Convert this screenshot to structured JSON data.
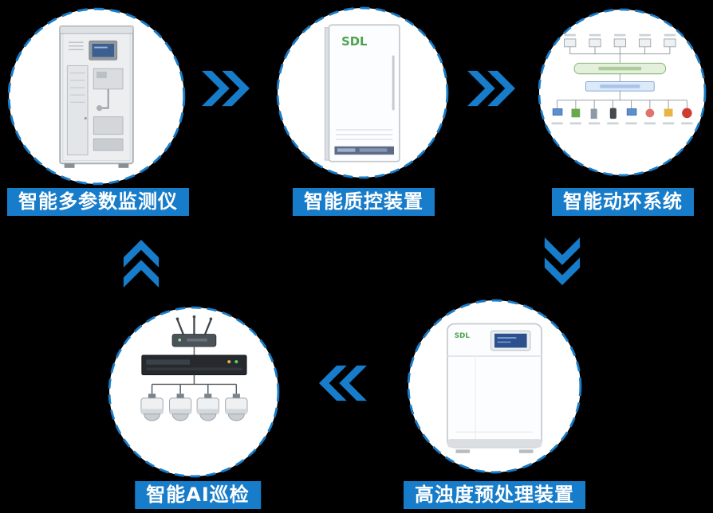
{
  "diagram": {
    "background_color": "#000000",
    "accent_color": "#177cc9",
    "sdl_logo": "SDL",
    "nodes": [
      {
        "id": "multi-param-monitor",
        "label": "智能多参数监测仪"
      },
      {
        "id": "quality-control",
        "label": "智能质控装置"
      },
      {
        "id": "env-system",
        "label": "智能动环系统"
      },
      {
        "id": "pretreatment",
        "label": "高浊度预处理装置"
      },
      {
        "id": "ai-inspection",
        "label": "智能AI巡检"
      }
    ],
    "arrows": [
      {
        "from": "multi-param-monitor",
        "to": "quality-control",
        "direction": "right"
      },
      {
        "from": "quality-control",
        "to": "env-system",
        "direction": "right"
      },
      {
        "from": "env-system",
        "to": "pretreatment",
        "direction": "down"
      },
      {
        "from": "pretreatment",
        "to": "ai-inspection",
        "direction": "left"
      },
      {
        "from": "ai-inspection",
        "to": "multi-param-monitor",
        "direction": "up"
      }
    ]
  }
}
